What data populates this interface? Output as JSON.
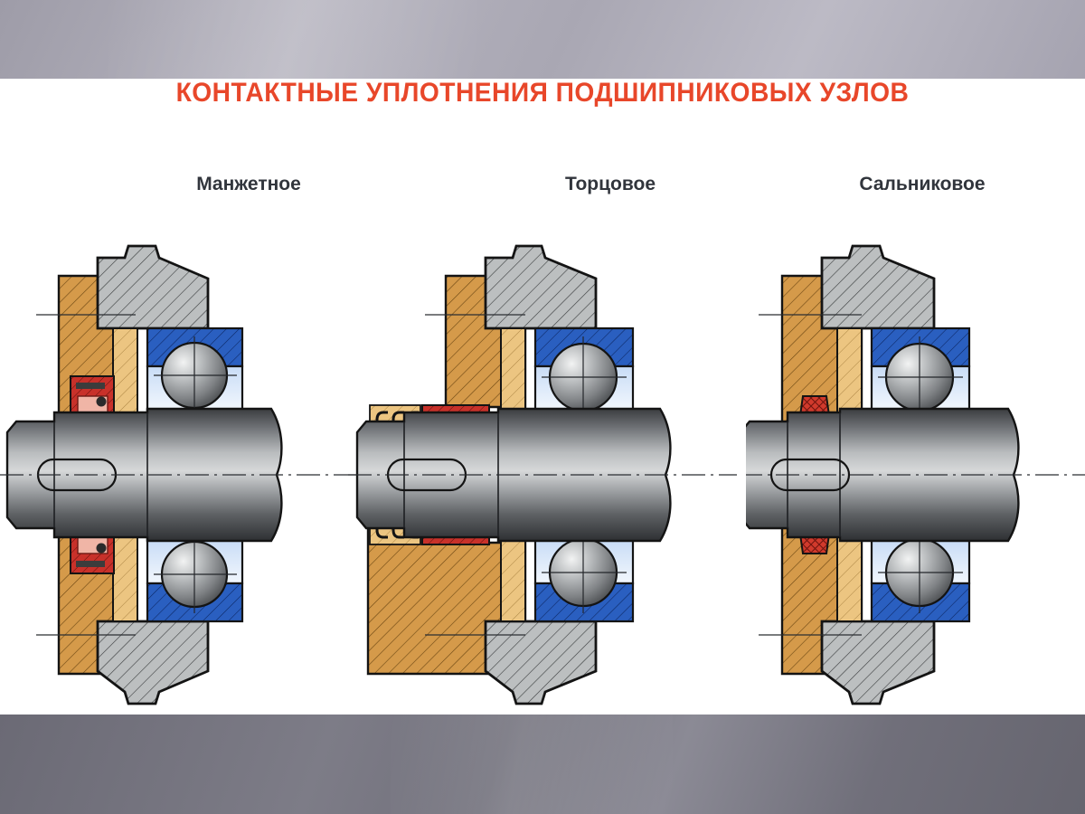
{
  "slide": {
    "title": "КОНТАКТНЫЕ УПЛОТНЕНИЯ  ПОДШИПНИКОВЫХ УЗЛОВ",
    "title_color": "#e8472a",
    "background": "#ffffff",
    "frame": {
      "top_band_color": "#b0aeb8",
      "bottom_band_color": "#6f6e78"
    }
  },
  "palette": {
    "housing_orange": "#d59a4a",
    "housing_orange_light": "#e8c077",
    "cap_gray": "#b9bcbd",
    "bearing_blue": "#2a5fc0",
    "bearing_blue_light": "#8fb4e8",
    "seal_red": "#c8312a",
    "seal_red_light": "#e8a79a",
    "shaft_steel": "#8d8f92",
    "outline": "#141414",
    "spring_navy": "#1e2b6b"
  },
  "figures": [
    {
      "id": "manzhetnoe",
      "label": "Манжетное",
      "seal_type": "lip-seal",
      "components": [
        "housing",
        "bearing-cap",
        "ball-bearing",
        "lip-seal",
        "shaft"
      ]
    },
    {
      "id": "tortsovoe",
      "label": "Торцовое",
      "seal_type": "face-seal",
      "components": [
        "housing",
        "bearing-cap",
        "ball-bearing",
        "face-seal",
        "springs",
        "shaft"
      ]
    },
    {
      "id": "salnikovoe",
      "label": "Сальниковое",
      "seal_type": "packing-gland",
      "components": [
        "housing",
        "bearing-cap",
        "ball-bearing",
        "packing-gland",
        "shaft"
      ]
    }
  ]
}
